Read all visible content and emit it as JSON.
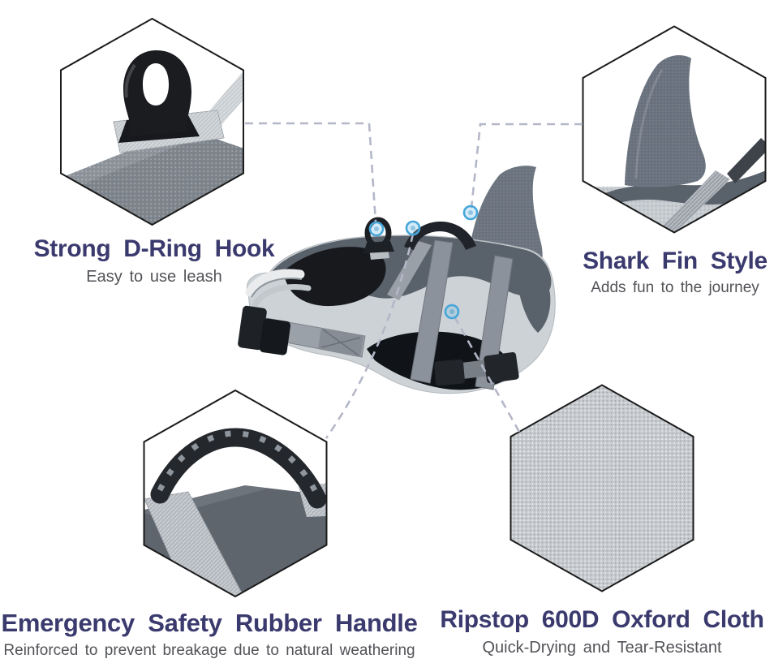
{
  "page": {
    "background": "#ffffff"
  },
  "colors": {
    "title-color": "#3a3a6e",
    "subtitle-color": "#525358",
    "connector-color": "#b4b7c8",
    "marker-color": "#46a6d9",
    "hex-border": "#1b1b1b",
    "bg": "#ffffff"
  },
  "features": [
    {
      "id": "d-ring",
      "title": "Strong D-Ring Hook",
      "subtitle": "Easy to use leash"
    },
    {
      "id": "fin",
      "title": "Shark Fin Style",
      "subtitle": "Adds fun to the journey"
    },
    {
      "id": "handle",
      "title": "Emergency Safety Rubber Handle",
      "subtitle": "Reinforced to prevent breakage due to natural weathering"
    },
    {
      "id": "fabric",
      "title": "Ripstop 600D Oxford Cloth",
      "subtitle": "Quick-Drying and Tear-Resistant"
    }
  ]
}
